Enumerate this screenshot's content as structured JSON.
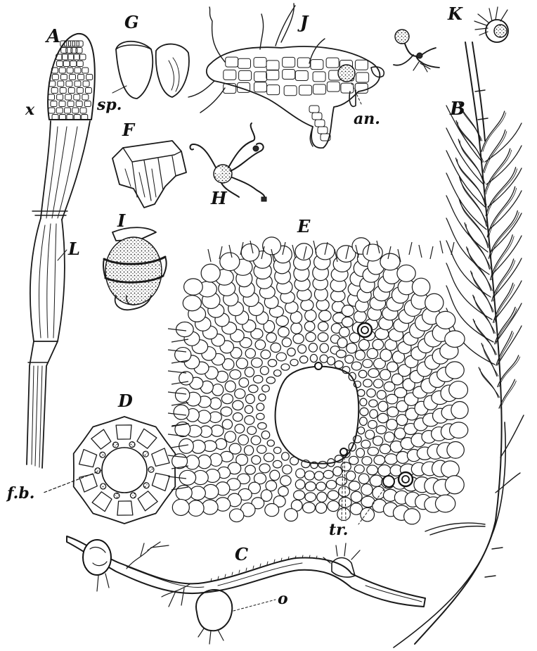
{
  "figure_labels": {
    "A": "A",
    "B": "B",
    "C": "C",
    "D": "D",
    "E": "E",
    "F": "F",
    "G": "G",
    "H": "H",
    "I": "I",
    "J": "J",
    "K": "K",
    "L": "L",
    "x": "x",
    "sp": "sp.",
    "an": "an.",
    "fb": "f.b.",
    "tr": "tr.",
    "o": "o"
  },
  "colors": {
    "ink": "#1a1a1a",
    "paper": "#ffffff"
  }
}
